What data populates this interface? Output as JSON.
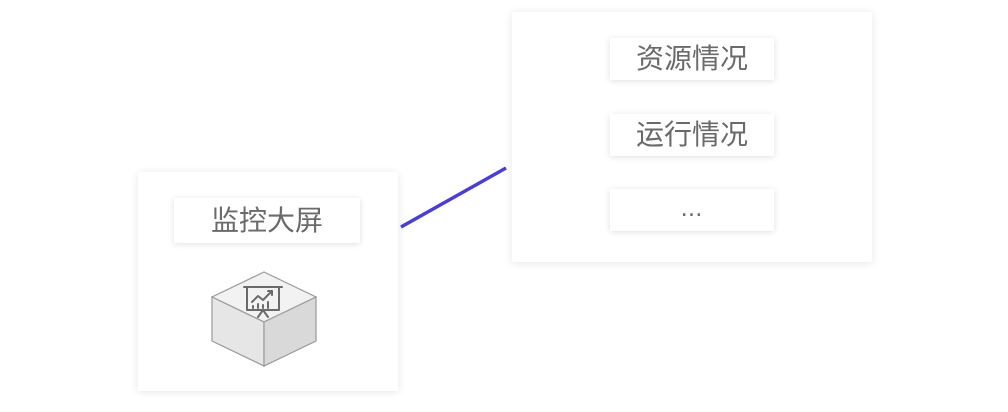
{
  "left_panel": {
    "label": "监控大屏",
    "icon": "presentation-chart-cube-icon"
  },
  "right_panel": {
    "items": [
      {
        "label": "资源情况"
      },
      {
        "label": "运行情况"
      },
      {
        "label": "…"
      }
    ]
  },
  "colors": {
    "connector": "#4b3ed1",
    "text": "#6a6a6a",
    "cube_top": "#f2f2f2",
    "cube_left": "#e6e6e6",
    "cube_right": "#d9d9d9",
    "cube_stroke": "#9a9a9a"
  }
}
